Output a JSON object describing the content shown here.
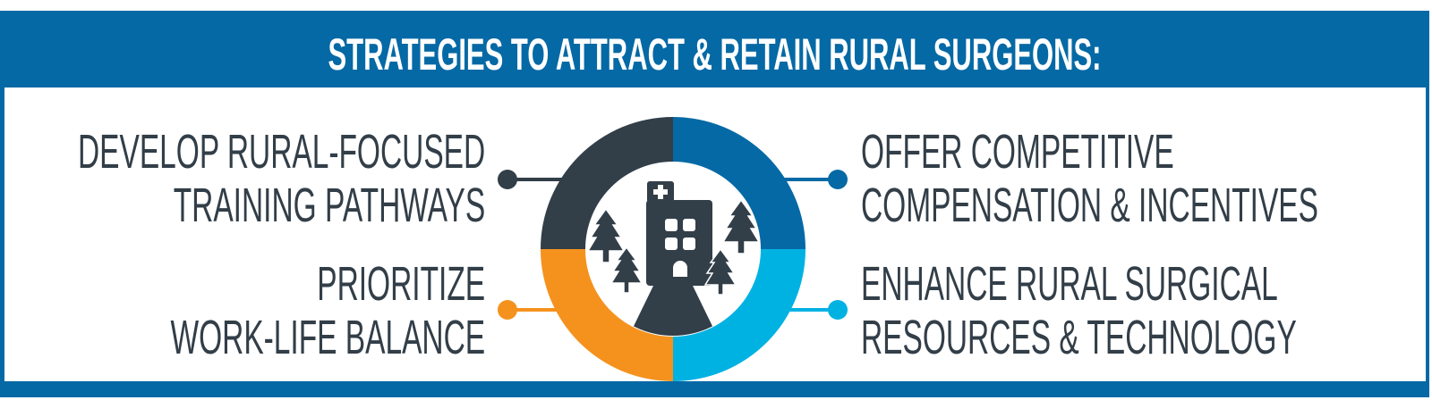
{
  "title": "STRATEGIES TO ATTRACT & RETAIN RURAL SURGEONS:",
  "colors": {
    "frame": "#0569a5",
    "dark": "#323e48",
    "blue": "#0569a5",
    "orange": "#f5921e",
    "cyan": "#00b2e2",
    "text": "#323e48"
  },
  "strategies": [
    {
      "position": "top-left",
      "color": "dark",
      "lines": [
        "DEVELOP RURAL-FOCUSED",
        "TRAINING PATHWAYS"
      ]
    },
    {
      "position": "bottom-left",
      "color": "orange",
      "lines": [
        "PRIORITIZE",
        "WORK-LIFE BALANCE"
      ]
    },
    {
      "position": "top-right",
      "color": "blue",
      "lines": [
        "OFFER COMPETITIVE",
        "COMPENSATION & INCENTIVES"
      ]
    },
    {
      "position": "bottom-right",
      "color": "cyan",
      "lines": [
        "ENHANCE RURAL SURGICAL",
        "RESOURCES & TECHNOLOGY"
      ]
    }
  ],
  "center_icon": "rural-hospital-icon"
}
